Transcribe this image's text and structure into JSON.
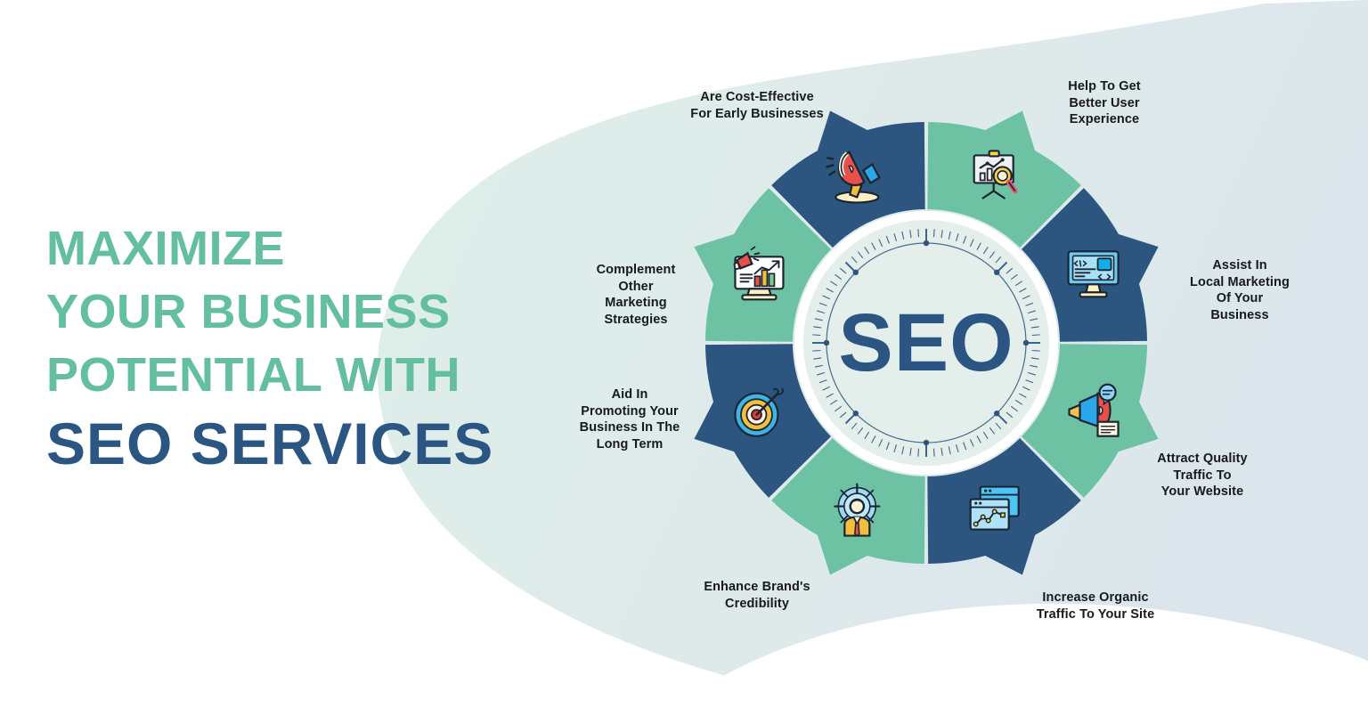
{
  "headline": {
    "line1": "MAXIMIZE",
    "line2": "YOUR BUSINESS",
    "line3": "POTENTIAL WITH",
    "line4": "SEO SERVICES",
    "accent_color": "#63BFA0",
    "emphasis_color": "#2B5583"
  },
  "center": {
    "label": "SEO",
    "text_color": "#2B5583",
    "disc_color": "#E4EFEC",
    "ring_color": "#FFFFFF"
  },
  "palette": {
    "green": "#6DC2A4",
    "navy": "#2C5580",
    "blob": "#DFEFEA",
    "blob_alt": "#DDE8EC",
    "page_background": "#FFFFFF",
    "label_text": "#17191C"
  },
  "wheel": {
    "segments": [
      {
        "position": "top-left",
        "color_key": "green",
        "icon": "presentation-chart-search-icon",
        "label": "Are Cost-Effective\nFor Early Businesses"
      },
      {
        "position": "top-right",
        "color_key": "navy",
        "icon": "monitor-code-ui-icon",
        "label": "Help To Get\nBetter User\nExperience"
      },
      {
        "position": "right-upper",
        "color_key": "green",
        "icon": "megaphone-chat-icon",
        "label": "Assist In\nLocal Marketing\nOf Your\nBusiness"
      },
      {
        "position": "right-lower",
        "color_key": "navy",
        "icon": "browser-windows-linechart-icon",
        "label": "Attract Quality\nTraffic To\nYour Website"
      },
      {
        "position": "bottom-right",
        "color_key": "green",
        "icon": "person-target-audience-icon",
        "label": "Increase Organic\nTraffic To Your Site"
      },
      {
        "position": "bottom-left",
        "color_key": "navy",
        "icon": "dartboard-arrow-icon",
        "label": "Enhance Brand's\nCredibility"
      },
      {
        "position": "left-lower",
        "color_key": "green",
        "icon": "monitor-barchart-megaphone-icon",
        "label": "Aid In\nPromoting Your\nBusiness In The\nLong Term"
      },
      {
        "position": "left-upper",
        "color_key": "navy",
        "icon": "megaphone-announce-icon",
        "label": "Complement\nOther\nMarketing\nStrategies"
      }
    ]
  }
}
